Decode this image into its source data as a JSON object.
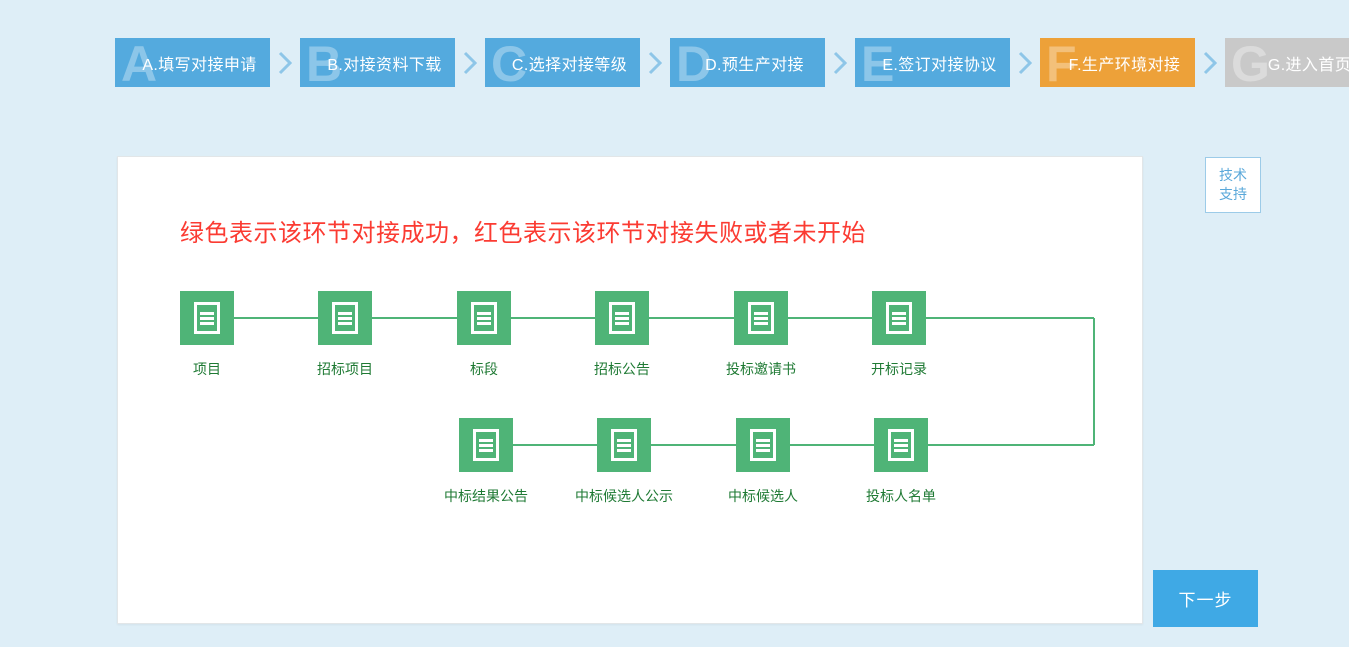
{
  "colors": {
    "page_background": "#deeef7",
    "step_done": "#54aade",
    "step_active": "#eda139",
    "step_todo": "#c9c9c9",
    "chevron": "#8ec6e8",
    "notice_red": "#fb3b32",
    "node_green": "#4fb477",
    "label_green": "#1f7a34",
    "next_button_blue": "#3fa9e5",
    "support_border_blue": "#9ccbe8"
  },
  "stepbar": {
    "steps": [
      {
        "letter": "A",
        "label": "A.填写对接申请",
        "state": "done"
      },
      {
        "letter": "B",
        "label": "B.对接资料下载",
        "state": "done"
      },
      {
        "letter": "C",
        "label": "C.选择对接等级",
        "state": "done"
      },
      {
        "letter": "D",
        "label": "D.预生产对接",
        "state": "done"
      },
      {
        "letter": "E",
        "label": "E.签订对接协议",
        "state": "done"
      },
      {
        "letter": "F",
        "label": "F.生产环境对接",
        "state": "active"
      },
      {
        "letter": "G",
        "label": "G.进入首页",
        "state": "todo"
      }
    ]
  },
  "card": {
    "notice": "绿色表示该环节对接成功，红色表示该环节对接失败或者未开始"
  },
  "flow": {
    "row1": [
      {
        "label": "项目",
        "status": "success"
      },
      {
        "label": "招标项目",
        "status": "success"
      },
      {
        "label": "标段",
        "status": "success"
      },
      {
        "label": "招标公告",
        "status": "success"
      },
      {
        "label": "投标邀请书",
        "status": "success"
      },
      {
        "label": "开标记录",
        "status": "success"
      }
    ],
    "row2": [
      {
        "label": "中标结果公告",
        "status": "success"
      },
      {
        "label": "中标候选人公示",
        "status": "success"
      },
      {
        "label": "中标候选人",
        "status": "success"
      },
      {
        "label": "投标人名单",
        "status": "success"
      }
    ]
  },
  "support_button": {
    "line1": "技术",
    "line2": "支持"
  },
  "next_button": {
    "label": "下一步"
  }
}
